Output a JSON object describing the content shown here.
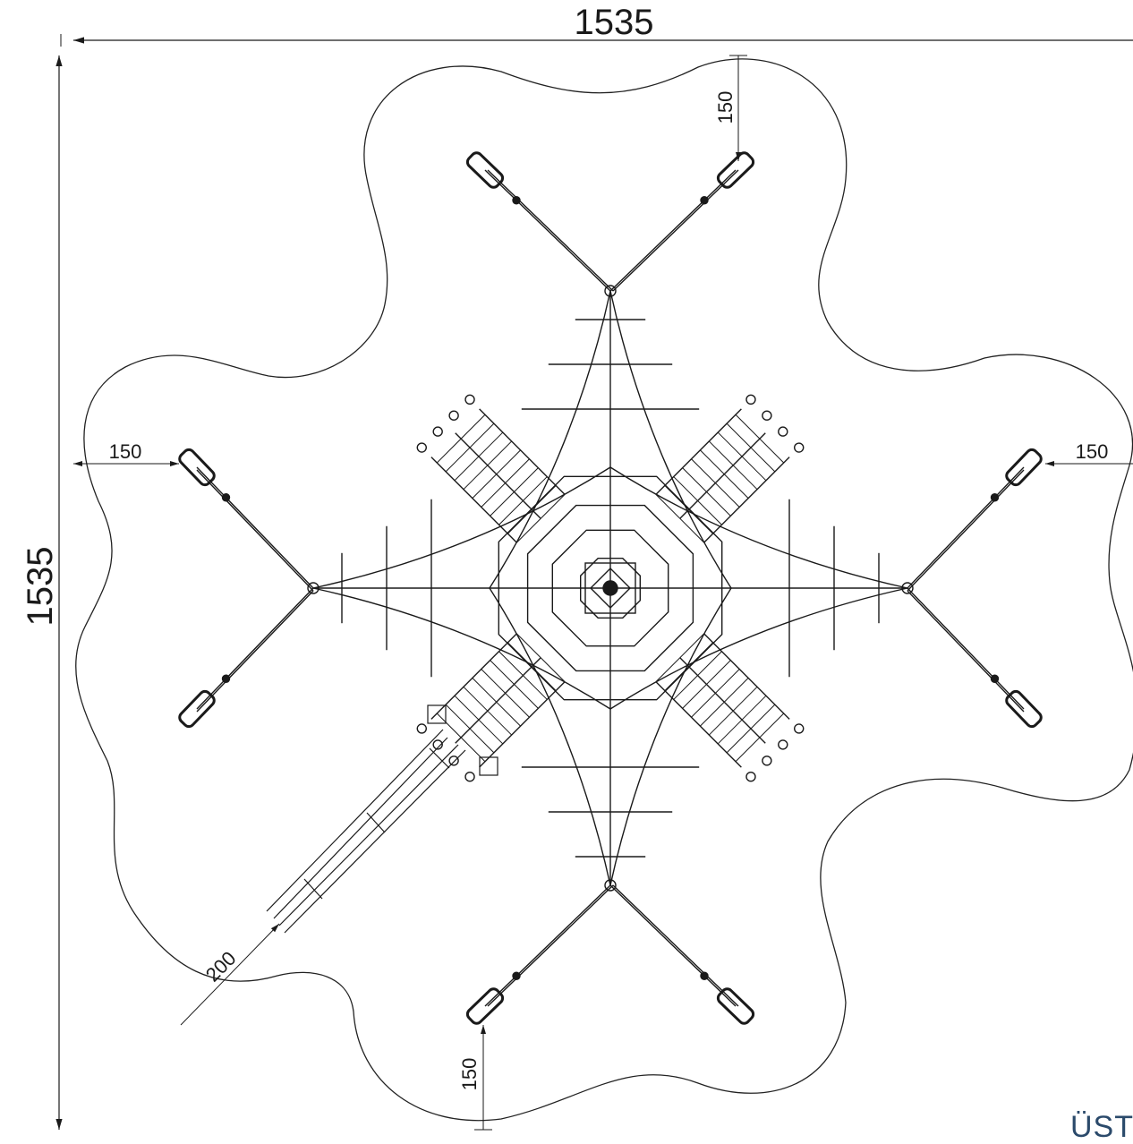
{
  "dimensions": {
    "overall_width": "1535",
    "overall_height": "1535",
    "clearance_top": "150",
    "clearance_left": "150",
    "clearance_right": "150",
    "clearance_bottom": "150",
    "slide_clearance": "200"
  },
  "brand": {
    "text": "ÜST"
  },
  "colors": {
    "line": "#1a1a1a",
    "brand": "#2b4a6b"
  }
}
